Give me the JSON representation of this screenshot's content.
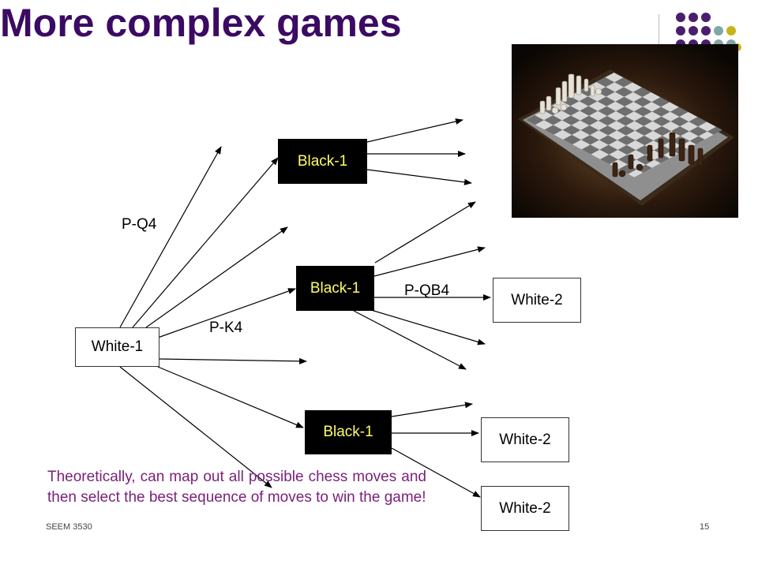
{
  "slide": {
    "title": "More complex games",
    "caption": "Theoretically, can map out all possible chess moves and then select the best sequence of moves to win the game!",
    "footer_left": "SEEM 3530",
    "page_number": "15"
  },
  "nodes": {
    "root": "White-1",
    "black_top": "Black-1",
    "black_mid": "Black-1",
    "black_bottom": "Black-1",
    "white_mid": "White-2",
    "white_bottom_1": "White-2",
    "white_bottom_2": "White-2"
  },
  "edge_labels": {
    "p_q4": "P-Q4",
    "p_k4": "P-K4",
    "p_qb4": "P-QB4"
  },
  "colors": {
    "title": "#3b0a63",
    "caption": "#7a1f7a",
    "black_node_bg": "#000000",
    "black_node_text": "#ffff66",
    "dot_purple": "#4b1d6e",
    "dot_teal": "#7fa7a3",
    "dot_yellow": "#c9b21a"
  },
  "image": {
    "description_icon": "chessboard-photo"
  }
}
